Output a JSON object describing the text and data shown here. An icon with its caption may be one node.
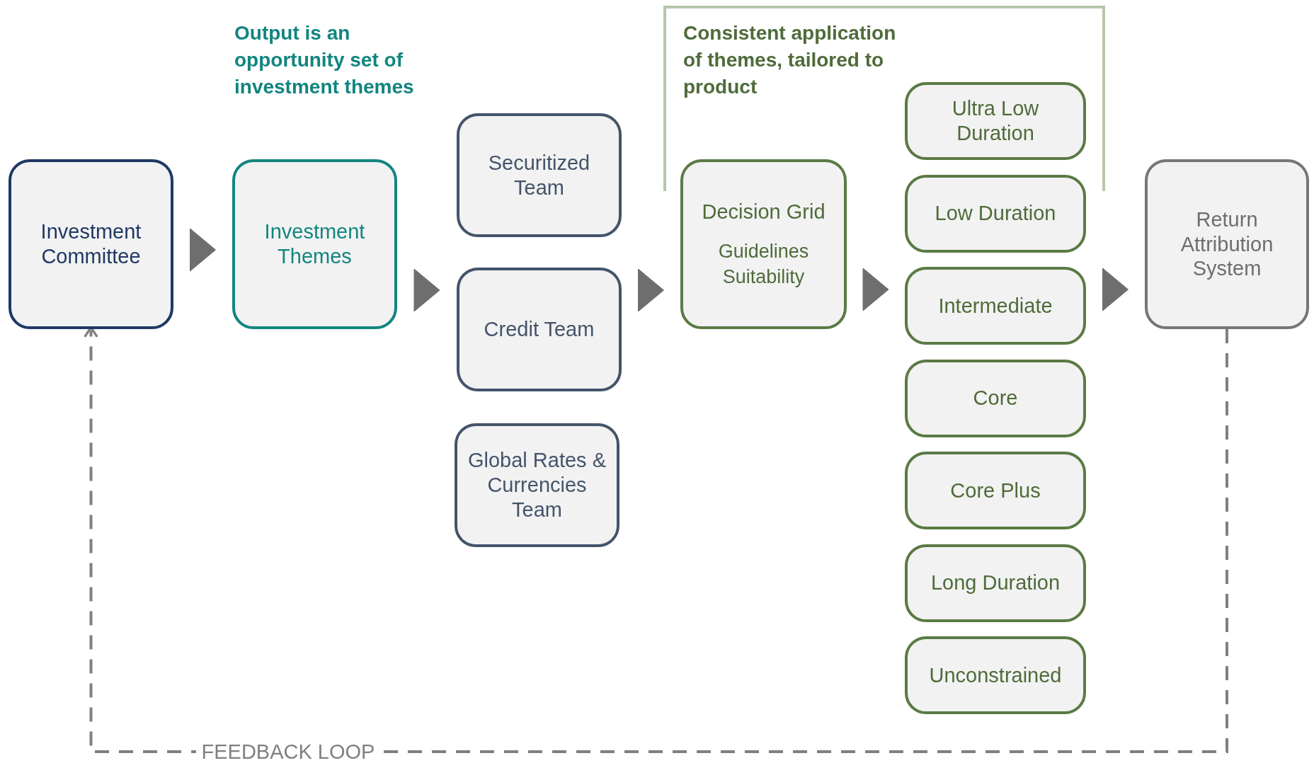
{
  "diagram": {
    "nodes": [
      {
        "text": [
          "Investment Committee"
        ]
      },
      {
        "text": [
          "Investment Themes"
        ]
      },
      {
        "text": [
          "Securitized Team"
        ]
      },
      {
        "text": [
          "Credit Team"
        ]
      },
      {
        "text": [
          "Global Rates & Currencies Team"
        ]
      },
      {
        "text": [
          "Decision Grid",
          "Guidelines",
          "Suitability"
        ]
      },
      {
        "text": [
          "Ultra Low Duration"
        ]
      },
      {
        "text": [
          "Low Duration"
        ]
      },
      {
        "text": [
          "Intermediate"
        ]
      },
      {
        "text": [
          "Core"
        ]
      },
      {
        "text": [
          "Core Plus"
        ]
      },
      {
        "text": [
          "Long Duration"
        ]
      },
      {
        "text": [
          "Unconstrained"
        ]
      },
      {
        "text": [
          "Return Attribution System"
        ]
      }
    ],
    "edges": [
      {
        "from": 0,
        "to": 1,
        "arrow": "to"
      },
      {
        "from": 1,
        "to": 3,
        "arrow": "to"
      },
      {
        "from": 3,
        "to": 5,
        "arrow": "to"
      },
      {
        "from": 5,
        "to": 8,
        "arrow": "to"
      },
      {
        "from": 8,
        "to": 13,
        "arrow": "to"
      },
      {
        "from": 13,
        "to": 0,
        "arrow": "to",
        "style": "dashed",
        "label": "FEEDBACK LOOP"
      }
    ],
    "labels": [
      "Output is an opportunity set of investment themes",
      "Consistent application of themes, tailored to product"
    ]
  }
}
